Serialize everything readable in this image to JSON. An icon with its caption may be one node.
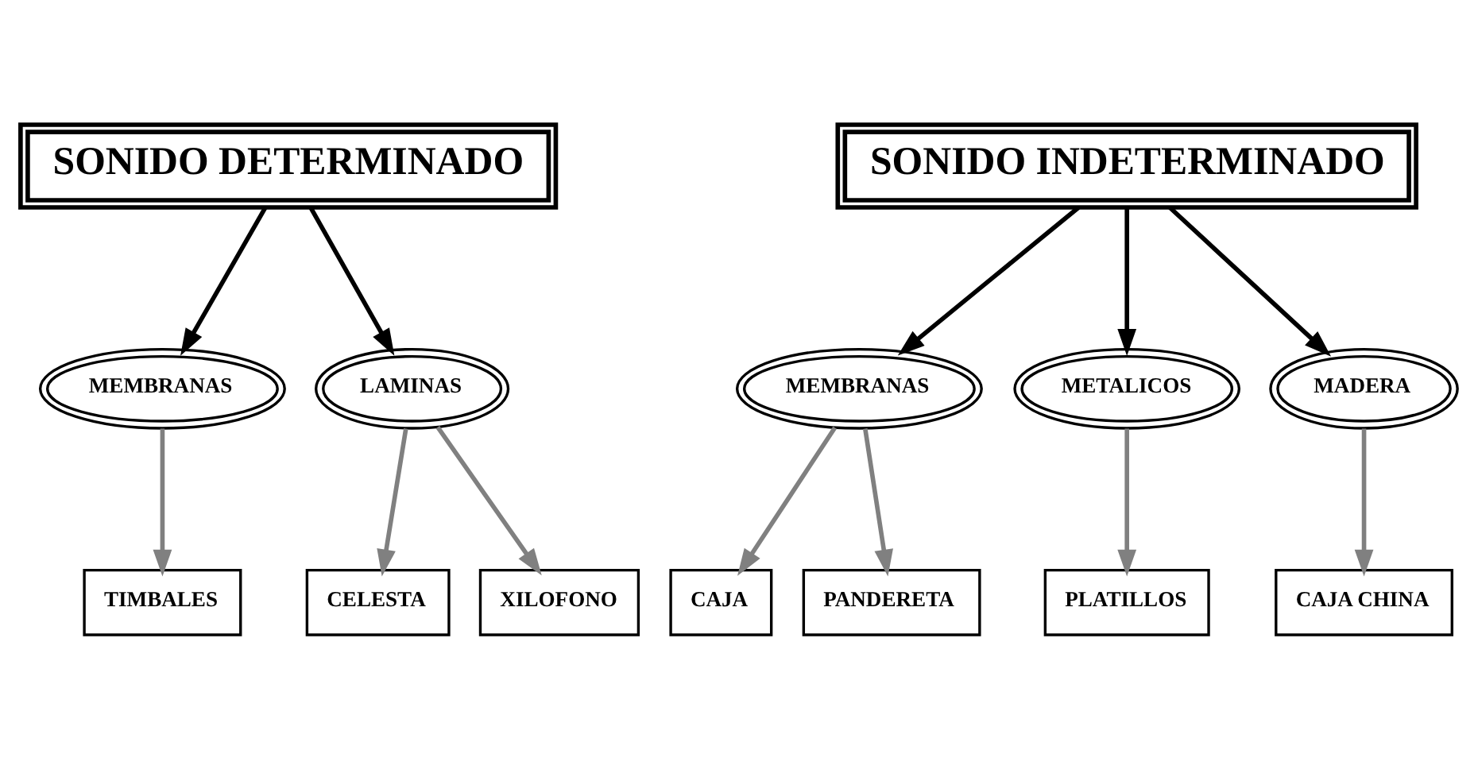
{
  "diagram": {
    "nodes": [
      {
        "text": [
          "SONIDO DETERMINADO"
        ]
      },
      {
        "text": [
          "SONIDO INDETERMINADO"
        ]
      },
      {
        "text": [
          "MEMBRANAS"
        ]
      },
      {
        "text": [
          "LAMINAS"
        ]
      },
      {
        "text": [
          "MEMBRANAS"
        ]
      },
      {
        "text": [
          "METALICOS"
        ]
      },
      {
        "text": [
          "MADERA"
        ]
      },
      {
        "text": [
          "TIMBALES"
        ]
      },
      {
        "text": [
          "CELESTA"
        ]
      },
      {
        "text": [
          "XILOFONO"
        ]
      },
      {
        "text": [
          "CAJA"
        ]
      },
      {
        "text": [
          "PANDERETA"
        ]
      },
      {
        "text": [
          "PLATILLOS"
        ]
      },
      {
        "text": [
          "CAJA CHINA"
        ]
      }
    ],
    "edges": [
      {
        "from": 0,
        "to": 2,
        "arrow": "to",
        "color": "#000000"
      },
      {
        "from": 0,
        "to": 3,
        "arrow": "to",
        "color": "#000000"
      },
      {
        "from": 1,
        "to": 4,
        "arrow": "to",
        "color": "#000000"
      },
      {
        "from": 1,
        "to": 5,
        "arrow": "to",
        "color": "#000000"
      },
      {
        "from": 1,
        "to": 6,
        "arrow": "to",
        "color": "#000000"
      },
      {
        "from": 2,
        "to": 7,
        "arrow": "to"
      },
      {
        "from": 3,
        "to": 8,
        "arrow": "to"
      },
      {
        "from": 3,
        "to": 9,
        "arrow": "to"
      },
      {
        "from": 4,
        "to": 10,
        "arrow": "to"
      },
      {
        "from": 4,
        "to": 11,
        "arrow": "to"
      },
      {
        "from": 5,
        "to": 12,
        "arrow": "to"
      },
      {
        "from": 6,
        "to": 13,
        "arrow": "to"
      }
    ]
  }
}
